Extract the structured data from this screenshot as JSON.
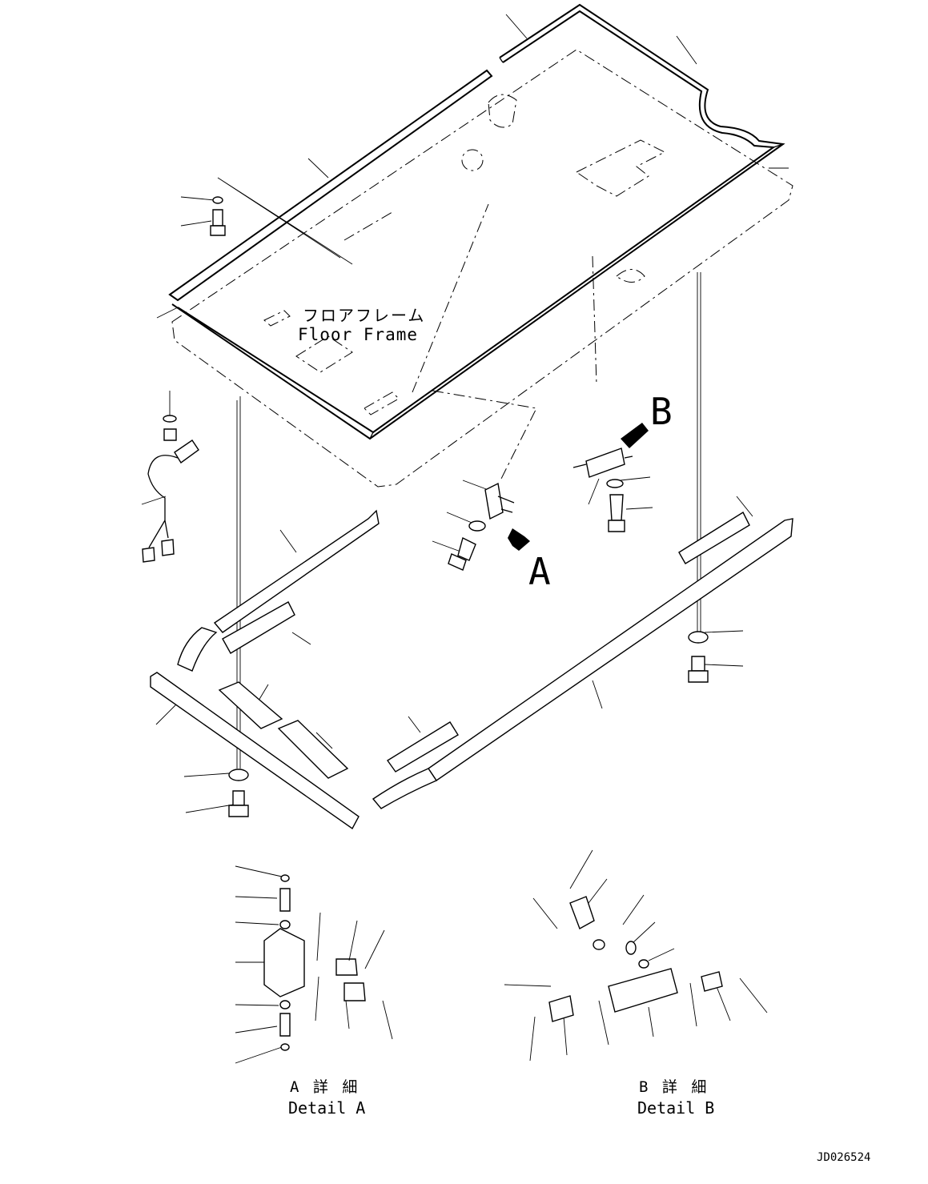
{
  "labels": {
    "floor_frame_jp": "フロアフレーム",
    "floor_frame_en": "Floor Frame",
    "callout_a": "A",
    "callout_b": "B",
    "detail_a_jp": "A 詳 細",
    "detail_a_en": "Detail A",
    "detail_b_jp": "B 詳 細",
    "detail_b_en": "Detail B",
    "drawing_id": "JD026524"
  }
}
